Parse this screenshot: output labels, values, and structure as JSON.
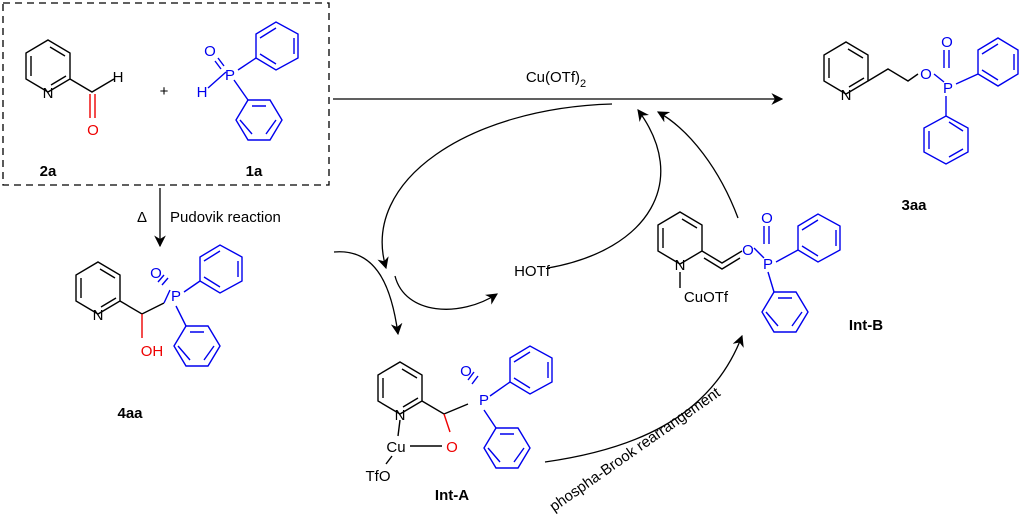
{
  "compounds": {
    "c2a": "2a",
    "c1a": "1a",
    "c3aa": "3aa",
    "c4aa": "4aa",
    "intA": "Int-A",
    "intB": "Int-B"
  },
  "plus": "+",
  "catalyst": {
    "main": "Cu(OTf)",
    "sub": "2"
  },
  "conditions": {
    "delta": "Δ",
    "pudovik": "Pudovik reaction"
  },
  "hotf": "HOTf",
  "rearrangement": "phospha-Brook rearrangement",
  "atoms": {
    "N": "N",
    "O": "O",
    "H": "H",
    "P": "P",
    "OH": "OH",
    "Cu": "Cu",
    "TfO": "TfO",
    "CuOTf": "CuOTf"
  }
}
